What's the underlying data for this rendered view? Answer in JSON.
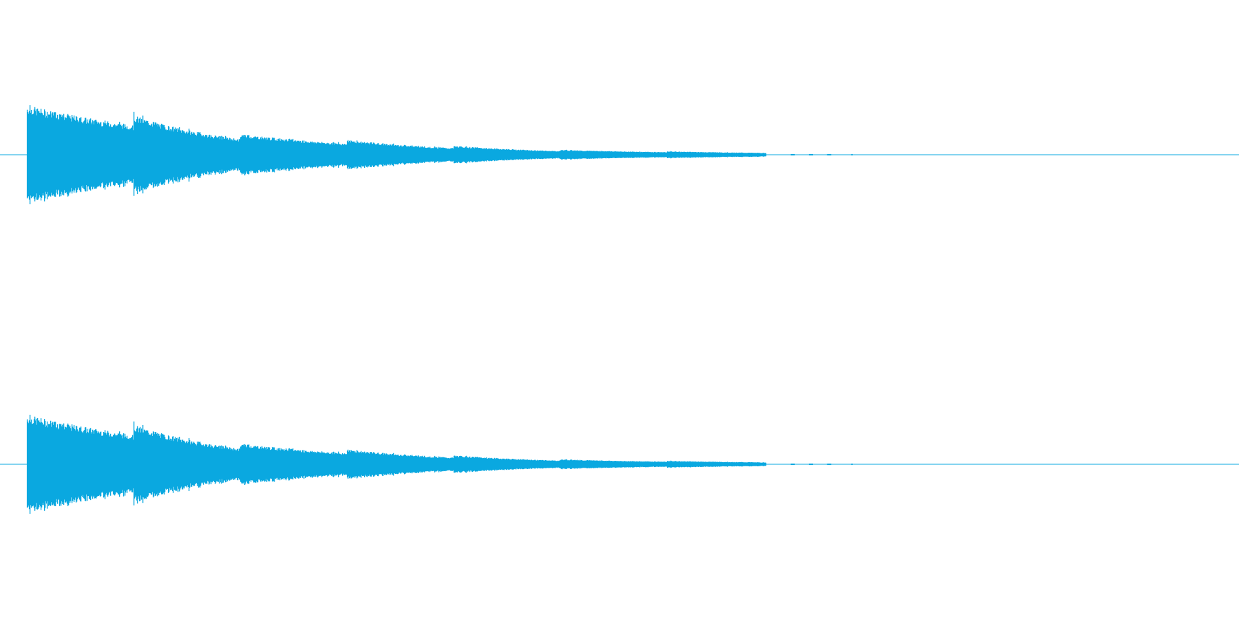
{
  "waveform": {
    "color": "#0aa8e0",
    "baseline_color": "#0aa8e0",
    "background_color": "#ffffff",
    "channel_count": 2,
    "onset_times": [
      0,
      0.14,
      0.28,
      0.42,
      0.56,
      0.7,
      0.84,
      0.97
    ],
    "onset_peaks": [
      1.0,
      0.8,
      0.42,
      0.3,
      0.18,
      0.1,
      0.07,
      0.05
    ],
    "decay_ratio": 0.3,
    "signal_end": 0.61,
    "trailing_blips": [
      0.63,
      0.645,
      0.66,
      0.68
    ],
    "start_offset": 0.022
  }
}
